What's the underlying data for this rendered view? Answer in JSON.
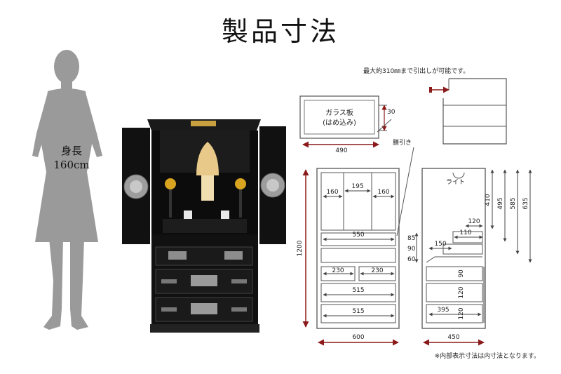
{
  "title": "製品寸法",
  "human": {
    "height_label": "身長",
    "height_value": "160cm"
  },
  "top_view": {
    "glass_label_line1": "ガラス板",
    "glass_label_line2": "(はめ込み)",
    "width": "490",
    "side_offset": "30"
  },
  "drawer_note": "最大約310㎜まで引出しが可能です。",
  "front_view": {
    "pullout_label": "膳引き",
    "dims": {
      "upper_left": "160",
      "upper_mid": "195",
      "upper_right": "160",
      "shelf": "550",
      "drawer_left": "230",
      "drawer_right": "230",
      "drawer_mid": "515",
      "drawer_bottom": "515",
      "total_width": "600",
      "total_height": "1200"
    }
  },
  "side_view": {
    "light_label": "ライト",
    "dims": {
      "v410": "410",
      "v495": "495",
      "v585": "585",
      "v635": "635",
      "d120": "120",
      "d110": "110",
      "d150": "150",
      "h85": "85",
      "h90": "90",
      "h60": "60",
      "dr90": "90",
      "dr120a": "120",
      "dr120b": "120",
      "d395": "395",
      "total_depth": "450"
    }
  },
  "footnote": "※内部表示寸法は内寸法となります。",
  "colors": {
    "dimension": "#8b1a1a",
    "line": "#555555",
    "cabinet": "#111111",
    "gold": "#b8862b",
    "figure": "#9a9a9a"
  }
}
